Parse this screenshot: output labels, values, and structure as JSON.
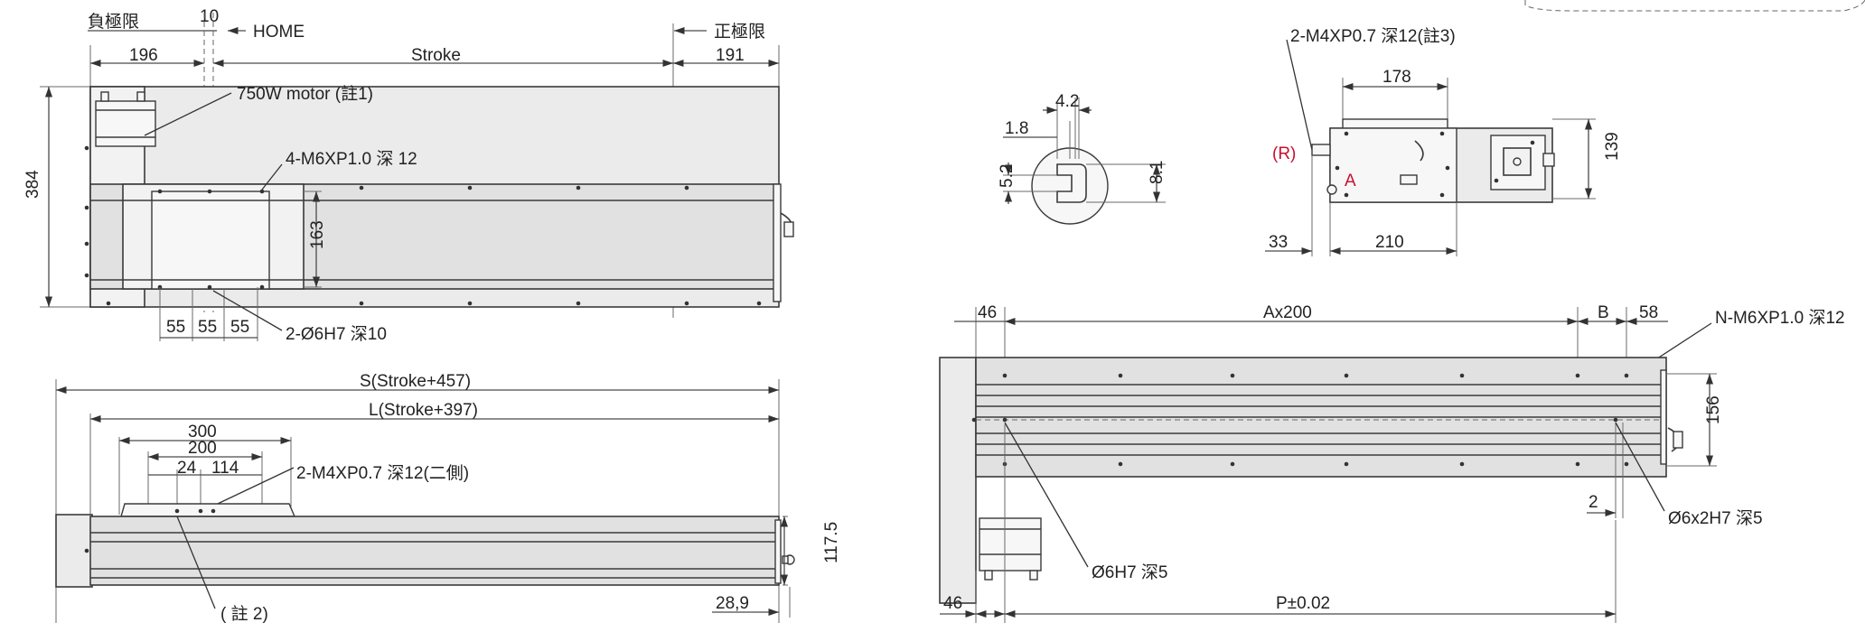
{
  "top_view": {
    "neg_limit": "負極限",
    "home_offset": "10",
    "home": "HOME",
    "pos_limit": "正極限",
    "dim_left": "196",
    "stroke": "Stroke",
    "dim_right": "191",
    "height": "384",
    "motor_note": "750W motor (註1)",
    "tap_note": "4-M6XP1.0 深 12",
    "carriage_h": "163",
    "pitch_1": "55",
    "pitch_2": "55",
    "pitch_3": "55",
    "dowel_note": "2-Ø6H7 深10"
  },
  "side_view": {
    "overall": "S(Stroke+457)",
    "length": "L(Stroke+397)",
    "w300": "300",
    "w200": "200",
    "w24": "24",
    "w114": "114",
    "side_tap_note": "2-M4XP0.7 深12(二側)",
    "height": "117.5",
    "offset": "28,9",
    "note2": "( 註 2)"
  },
  "slot_detail": {
    "w4_2": "4.2",
    "w1_8": "1.8",
    "h5_2": "5.2",
    "h8_1": "8.1"
  },
  "end_view": {
    "tap_note": "2-M4XP0.7 深12(註3)",
    "w178": "178",
    "r_label": "(R)",
    "a_label": "A",
    "h139": "139",
    "w33": "33",
    "w210": "210"
  },
  "bottom_view": {
    "d46": "46",
    "ax200": "Ax200",
    "b": "B",
    "d58": "58",
    "tap_note": "N-M6XP1.0 深12",
    "h156": "156",
    "d2": "2",
    "hole_note": "Ø6x2H7 深5",
    "dowel_note": "Ø6H7 深5",
    "d46_bottom": "46",
    "pitch": "P±0.02"
  }
}
